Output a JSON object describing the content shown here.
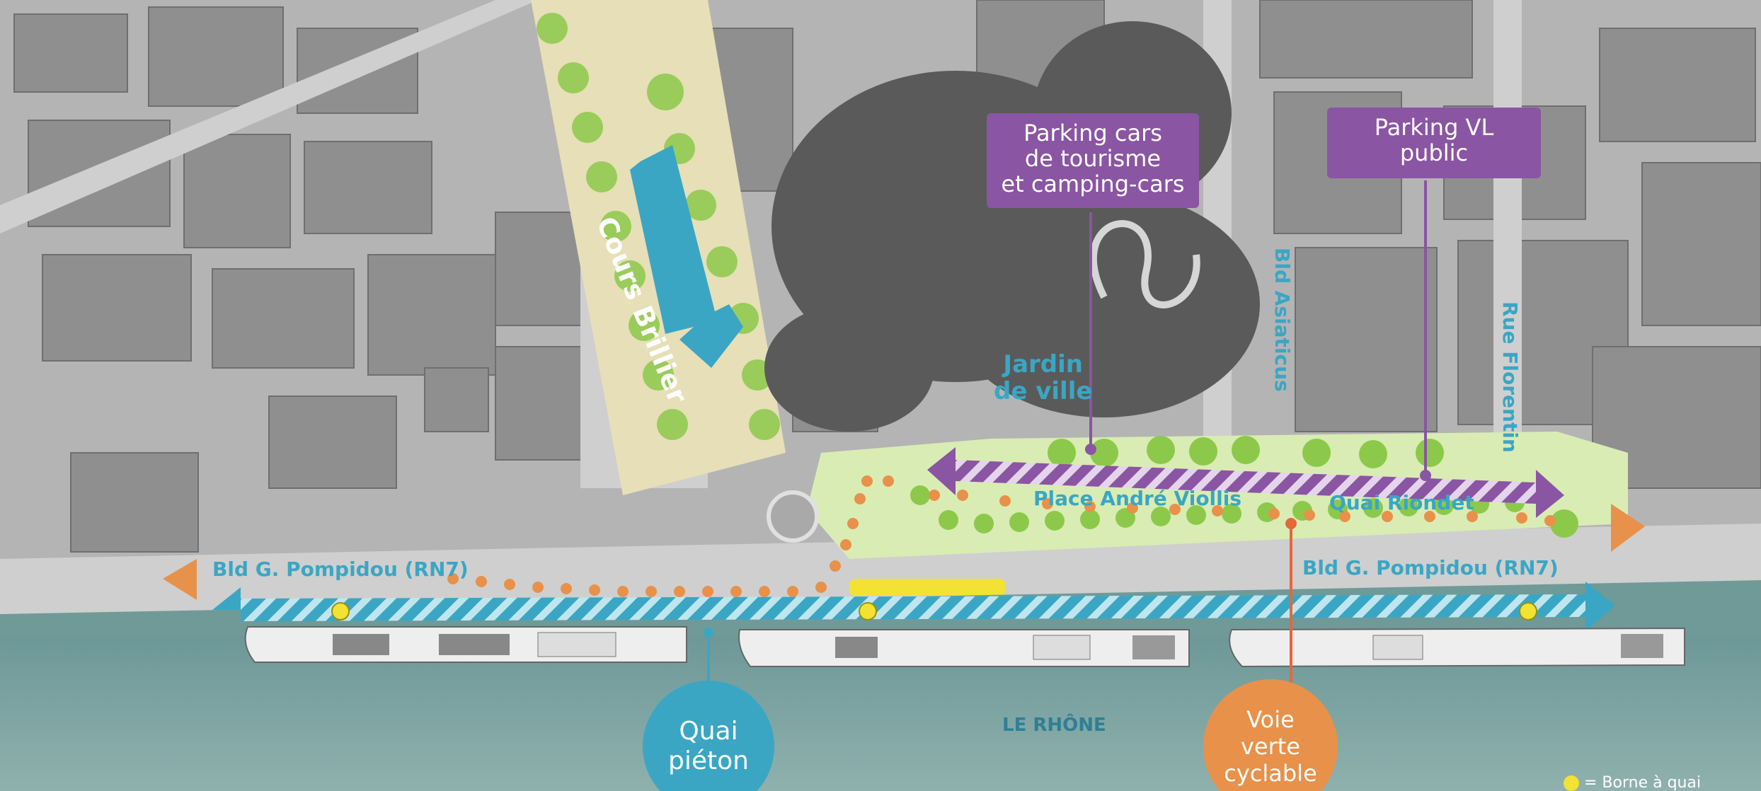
{
  "colors": {
    "blue": "#3aa6c4",
    "purple": "#8a55a2",
    "orange": "#e8914a",
    "yellow": "#f2e234",
    "green": "#8cc94a",
    "water": "#5f8f8f"
  },
  "labels": {
    "cours_brillier": "Cours Brillier",
    "jardin_line1": "Jardin",
    "jardin_line2": "de ville",
    "bld_asiaticus": "Bld Asiaticus",
    "rue_florentin": "Rue Florentin",
    "place_andre_viollis": "Place André Viollis",
    "quai_riondet": "Quai Riondet",
    "bld_pompidou_left": "Bld G. Pompidou (RN7)",
    "bld_pompidou_right": "Bld G. Pompidou (RN7)",
    "le_rhone": "LE RHÔNE"
  },
  "callouts": {
    "parking_cars": {
      "line1": "Parking cars",
      "line2": "de tourisme",
      "line3": "et camping-cars"
    },
    "parking_vl": {
      "line1": "Parking VL",
      "line2": "public"
    },
    "quai_pieton": {
      "line1": "Quai",
      "line2": "piéton"
    },
    "voie_verte": {
      "line1": "Voie",
      "line2": "verte",
      "line3": "cyclable"
    }
  },
  "legend": {
    "borne_a_quai": "= Borne à quai"
  }
}
